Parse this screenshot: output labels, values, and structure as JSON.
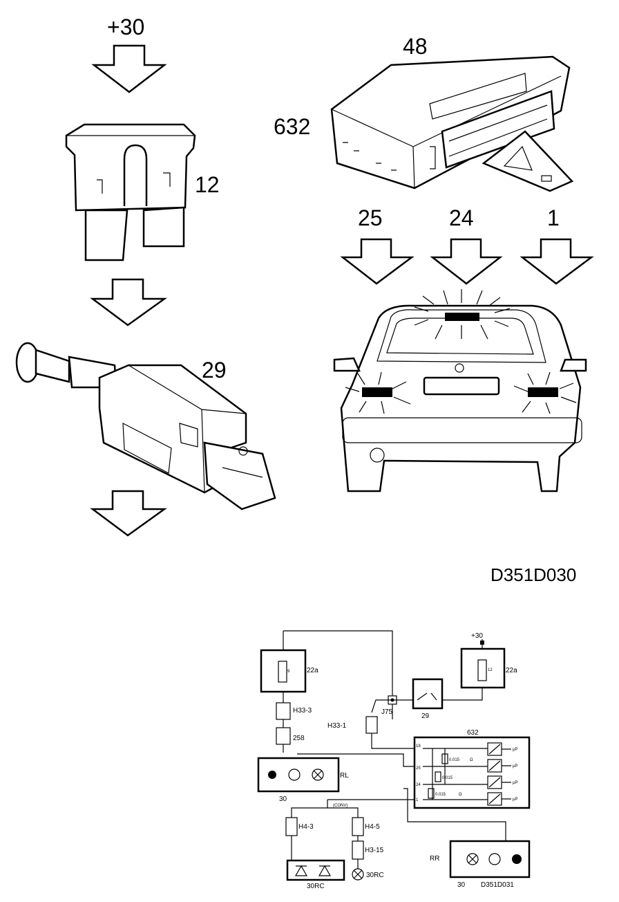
{
  "illustration": {
    "callouts": {
      "supply": "+30",
      "control_module": "48",
      "module_part": "632",
      "fuse": "12",
      "brake_switch": "29",
      "left_lamp": "25",
      "center_lamp": "24",
      "right_lamp": "1"
    },
    "figure_code": "D351D030"
  },
  "schematic": {
    "supply": "+30",
    "fuse_left": "22a",
    "fuse_left_no": "9",
    "fuse_right": "22a",
    "fuse_right_no": "12",
    "junction": "J75",
    "brake_switch": "29",
    "connector_h33_1": "H33-1",
    "connector_h33_3": "H33-3",
    "connector_258": "258",
    "module": "632",
    "resistor_1": "0.015",
    "resistor_2": "0.015",
    "resistor_3": "0.015",
    "ohm": "Ω",
    "lamp_rl": "RL",
    "lamp_rr": "RR",
    "ground_left": "30",
    "ground_right": "30",
    "conv_label": "(CONV)",
    "connector_h4_3": "H4-3",
    "connector_h4_5": "H4-5",
    "connector_h3_15": "H3-15",
    "lamp_30rc_a": "30RC",
    "lamp_30rc_b": "30RC",
    "pin_18": "18",
    "pin_25": "25",
    "pin_24": "24",
    "pin_1": "1",
    "mu_p": "μP",
    "figure_code": "D351D031"
  }
}
